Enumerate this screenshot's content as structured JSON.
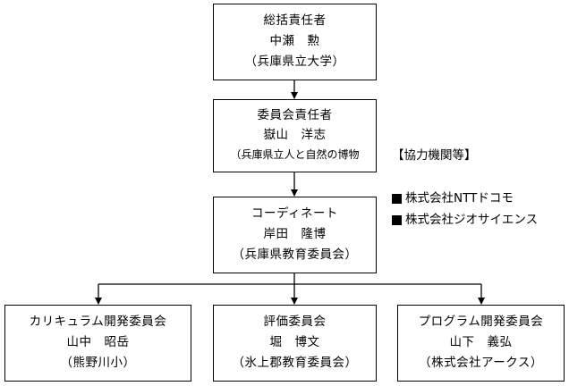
{
  "boxes": [
    {
      "id": "top",
      "title": "総括責任者",
      "name": "中瀬　勲",
      "affil": "（兵庫県立大学）"
    },
    {
      "id": "second",
      "title": "委員会責任者",
      "name": "嶽山　洋志",
      "affil": "（兵庫県立人と自然の博物"
    },
    {
      "id": "coord",
      "title": "コーディネート",
      "name": "岸田　隆博",
      "affil": "（兵庫県教育委員会）"
    },
    {
      "id": "curr",
      "title": "カリキュラム開発委員会",
      "name": "山中　昭岳",
      "affil": "（熊野川小）"
    },
    {
      "id": "eval",
      "title": "評価委員会",
      "name": "堀　博文",
      "affil": "（氷上郡教育委員会）"
    },
    {
      "id": "prog",
      "title": "プログラム開発委員会",
      "name": "山下　義弘",
      "affil": "（株式会社アークス）"
    }
  ],
  "partners": {
    "heading": "【協力機関等】",
    "items": [
      "株式会社NTTドコモ",
      "株式会社ジオサイエンス"
    ]
  }
}
